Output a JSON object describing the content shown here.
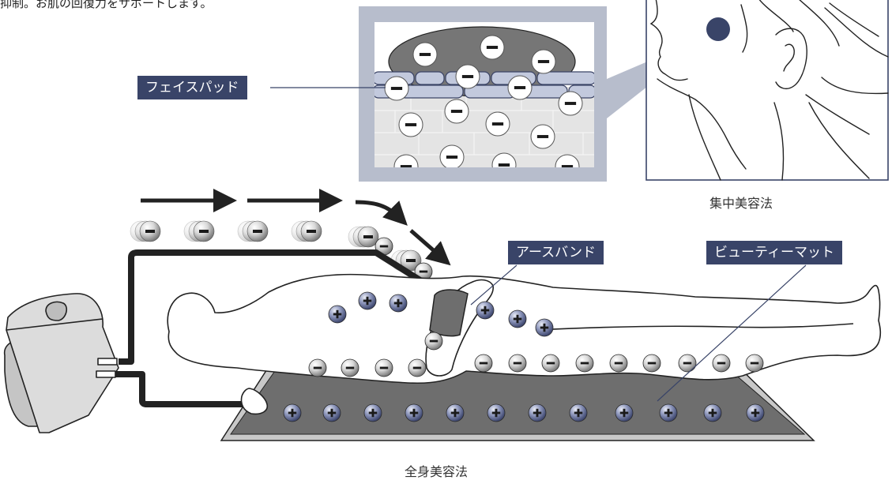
{
  "intro_text": "抑制。お肌の回復力をサポートします。",
  "labels": {
    "face_pad": "フェイスパッド",
    "earth_band": "アースバンド",
    "beauty_mat": "ビューティーマット"
  },
  "captions": {
    "focused": "集中美容法",
    "full_body": "全身美容法"
  },
  "ion_symbols": {
    "negative": "−",
    "positive": "+"
  },
  "colors": {
    "label_bg": "#394468",
    "positive_ion": "#4a5580",
    "mat": "#6e6e6e",
    "inset_frame": "#b7bdcc",
    "contact_dot": "#394468"
  }
}
